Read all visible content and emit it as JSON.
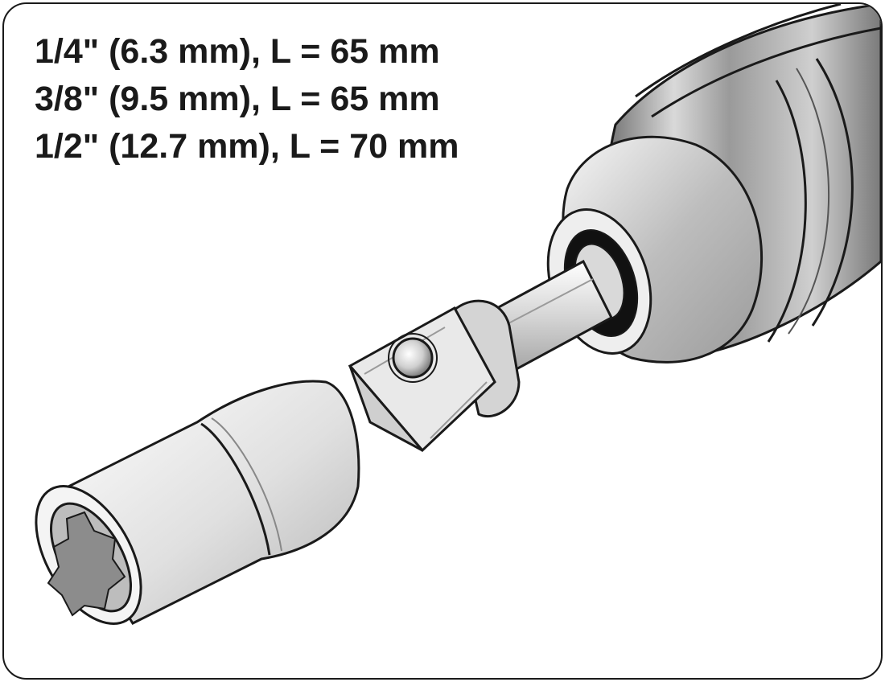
{
  "specs": {
    "lines": [
      "1/4\" (6.3 mm), L = 65 mm",
      "3/8\" (9.5 mm), L = 65 mm",
      "1/2\" (12.7 mm), L = 70 mm"
    ]
  },
  "colors": {
    "outline": "#1a1a1a",
    "metal_light": "#f2f2f2",
    "metal_mid": "#c8c8c8",
    "metal_dark": "#8c8c8c",
    "background": "#ffffff"
  }
}
